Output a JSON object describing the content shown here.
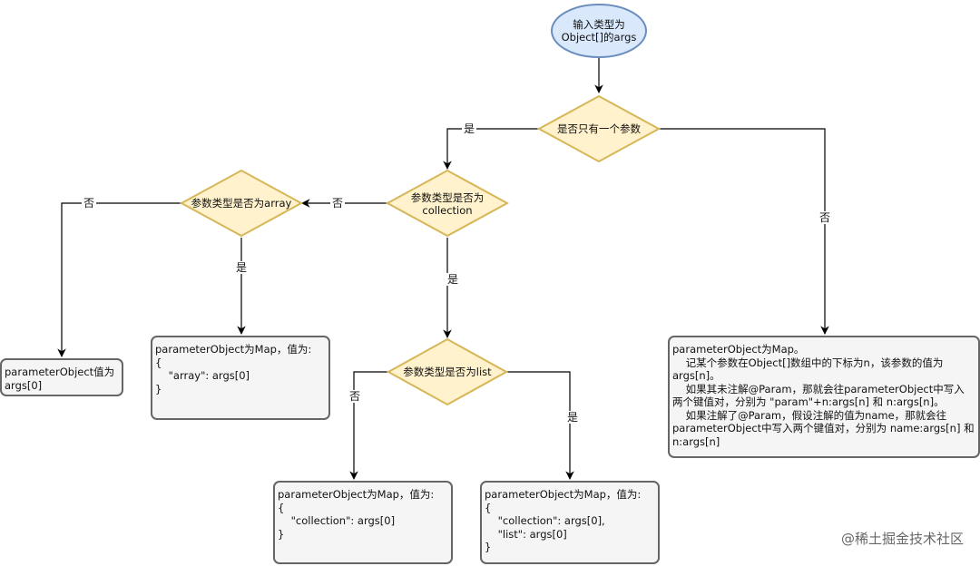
{
  "start": {
    "text": "输入类型为\nObject[]的args"
  },
  "decisions": {
    "single_param": "是否只有一个参数",
    "is_collection": "参数类型是否为\ncollection",
    "is_array": "参数类型是否为array",
    "is_list": "参数类型是否为list"
  },
  "edge_labels": {
    "single_yes": "是",
    "single_no": "否",
    "collection_yes": "是",
    "collection_no": "否",
    "array_yes": "是",
    "array_no": "否",
    "list_yes": "是",
    "list_no": "否"
  },
  "results": {
    "args0": "parameterObject值为\nargs[0]",
    "array_map": "parameterObject为Map，值为:\n{\n    \"array\": args[0]\n}",
    "collection_map": "parameterObject为Map，值为:\n{\n    \"collection\": args[0]\n}",
    "list_map": "parameterObject为Map，值为:\n{\n    \"collection\": args[0],\n    \"list\": args[0]\n}",
    "multi_map": "parameterObject为Map。\n    记某个参数在Object[]数组中的下标为n，该参数的值为args[n]。\n    如果其未注解@Param，那就会往parameterObject中写入两个键值对，分别为 \"param\"+n:args[n] 和 n:args[n]。\n    如果注解了@Param，假设注解的值为name，那就会往parameterObject中写入两个键值对，分别为 name:args[n] 和 n:args[n]"
  },
  "watermark": "@稀土掘金技术社区",
  "colors": {
    "start_fill": "#dae8fc",
    "start_stroke": "#6c8ebf",
    "decision_fill": "#fff2cc",
    "decision_stroke": "#d6b656",
    "box_fill": "#f5f5f5",
    "box_stroke": "#666666",
    "edge": "#000000"
  }
}
